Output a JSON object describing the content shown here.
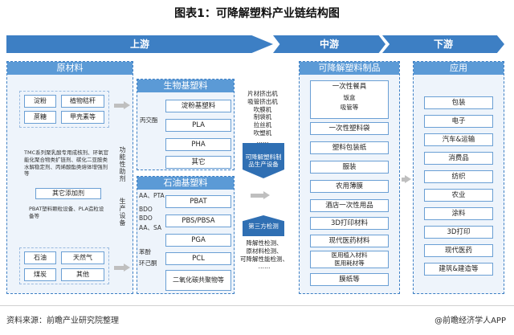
{
  "title": "图表1：可降解塑料产业链结构图",
  "stages": {
    "upstream": "上游",
    "midstream": "中游",
    "downstream": "下游"
  },
  "upstream": {
    "header": "原材料",
    "raw_materials": [
      "淀粉",
      "植物秸秆",
      "蔗糖",
      "甲壳素等"
    ],
    "additive_note": "TMC系列聚乳酸专用成核剂、环氧官能化聚合物类扩链剂、碳化二亚胺类水解稳定剂、丙烯酸酯类熔体增强剂等",
    "additive_label": "功能性助剂",
    "other_additives": "其它添加剂",
    "equipment_note": "PBAT塑料颗粒设备、PLA造粒设备等",
    "equipment_label": "生产设备",
    "fossil": [
      "石油",
      "天然气",
      "煤炭",
      "其他"
    ]
  },
  "bio": {
    "header": "生物基塑料",
    "items": [
      "淀粉基塑料",
      "PLA",
      "PHA",
      "其它"
    ],
    "labels": [
      "丙交酯"
    ]
  },
  "petro": {
    "header": "石油基塑料",
    "items": [
      "PBAT",
      "PBS/PBSA",
      "PGA",
      "PCL",
      "二氧化碳共聚物等"
    ],
    "labels": [
      "AA、PTA",
      "BDO",
      "BDO",
      "AA、SA",
      "苯酚",
      "环己酮"
    ]
  },
  "mid": {
    "equipment": [
      "片材挤出机",
      "吸管挤出机",
      "吹膜机",
      "制袋机",
      "拉丝机",
      "吹塑机",
      "……"
    ],
    "equipment_arrow": "可降解塑料制品生产设备",
    "testing_arrow": "第三方检测",
    "testing": [
      "降解性检测、",
      "原材料检测、",
      "可降解性能检测、",
      "……"
    ],
    "header": "可降解塑料制品",
    "products": [
      "一次性餐具",
      "饭盒",
      "吸管等",
      "一次性塑料袋",
      "塑料包装纸",
      "服装",
      "农用薄膜",
      "酒店一次性用品",
      "3D打印材料",
      "现代医药材料",
      "医用植入材料",
      "医用耗材等",
      "膜纸等"
    ]
  },
  "down": {
    "header": "应用",
    "items": [
      "包装",
      "电子",
      "汽车&运输",
      "消费品",
      "纺织",
      "农业",
      "涂料",
      "3D打印",
      "现代医药",
      "建筑&建造等"
    ]
  },
  "footer": {
    "source": "资料来源：前瞻产业研究院整理",
    "brand": "@前瞻经济学人APP"
  }
}
